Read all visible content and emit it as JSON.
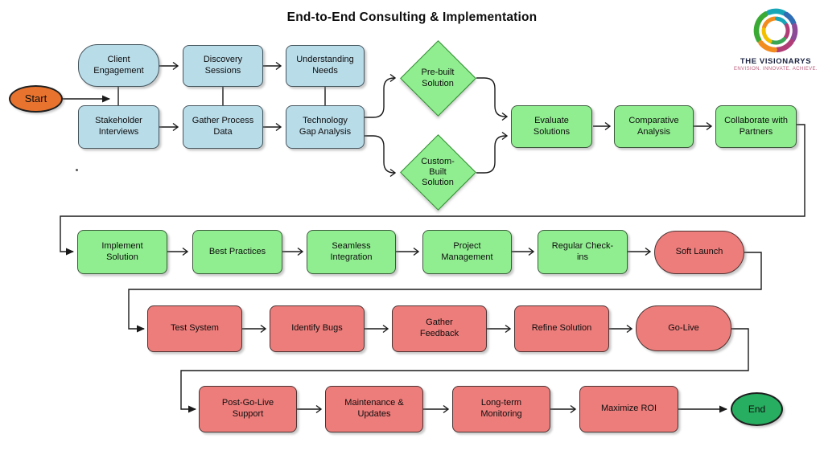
{
  "title": "End-to-End Consulting & Implementation",
  "logo": {
    "name": "THE VISIONARYS",
    "tagline": "ENVISION. INNOVATE. ACHIEVE.",
    "icon": "swirl-icon"
  },
  "colors": {
    "discovery_stage_fill": "#B9DCE9",
    "solution_stage_fill": "#90EE90",
    "delivery_stage_fill": "#ED7D7B",
    "start_fill": "#E8732E",
    "end_fill": "#27AE60",
    "connector": "#1a1a1a"
  },
  "nodes": [
    {
      "id": "start",
      "label": "Start",
      "shape": "ellipse",
      "stage": "terminal"
    },
    {
      "id": "client-engagement",
      "label": "Client Engagement",
      "shape": "rounded-rect",
      "stage": "discovery"
    },
    {
      "id": "stakeholder-interviews",
      "label": "Stakeholder Interviews",
      "shape": "rect",
      "stage": "discovery"
    },
    {
      "id": "discovery-sessions",
      "label": "Discovery Sessions",
      "shape": "rect",
      "stage": "discovery"
    },
    {
      "id": "gather-process-data",
      "label": "Gather Process Data",
      "shape": "rect",
      "stage": "discovery"
    },
    {
      "id": "understanding-needs",
      "label": "Understanding Needs",
      "shape": "rect",
      "stage": "discovery"
    },
    {
      "id": "technology-gap-analysis",
      "label": "Technology Gap Analysis",
      "shape": "rect",
      "stage": "discovery"
    },
    {
      "id": "pre-built-solution",
      "label": "Pre-built Solution",
      "shape": "diamond",
      "stage": "solution"
    },
    {
      "id": "custom-built-solution",
      "label": "Custom-Built Solution",
      "shape": "diamond",
      "stage": "solution"
    },
    {
      "id": "evaluate-solutions",
      "label": "Evaluate Solutions",
      "shape": "rect",
      "stage": "solution"
    },
    {
      "id": "comparative-analysis",
      "label": "Comparative Analysis",
      "shape": "rect",
      "stage": "solution"
    },
    {
      "id": "collaborate-with-partners",
      "label": "Collaborate with Partners",
      "shape": "rect",
      "stage": "solution"
    },
    {
      "id": "implement-solution",
      "label": "Implement Solution",
      "shape": "rect",
      "stage": "solution"
    },
    {
      "id": "best-practices",
      "label": "Best Practices",
      "shape": "rect",
      "stage": "solution"
    },
    {
      "id": "seamless-integration",
      "label": "Seamless Integration",
      "shape": "rect",
      "stage": "solution"
    },
    {
      "id": "project-management",
      "label": "Project Management",
      "shape": "rect",
      "stage": "solution"
    },
    {
      "id": "regular-check-ins",
      "label": "Regular Check-ins",
      "shape": "rect",
      "stage": "solution"
    },
    {
      "id": "soft-launch",
      "label": "Soft Launch",
      "shape": "stadium",
      "stage": "delivery"
    },
    {
      "id": "test-system",
      "label": "Test System",
      "shape": "rect",
      "stage": "delivery"
    },
    {
      "id": "identify-bugs",
      "label": "Identify Bugs",
      "shape": "rect",
      "stage": "delivery"
    },
    {
      "id": "gather-feedback",
      "label": "Gather Feedback",
      "shape": "rect",
      "stage": "delivery"
    },
    {
      "id": "refine-solution",
      "label": "Refine Solution",
      "shape": "rect",
      "stage": "delivery"
    },
    {
      "id": "go-live",
      "label": "Go-Live",
      "shape": "stadium",
      "stage": "delivery"
    },
    {
      "id": "post-go-live-support",
      "label": "Post-Go-Live Support",
      "shape": "rect",
      "stage": "delivery"
    },
    {
      "id": "maintenance-updates",
      "label": "Maintenance & Updates",
      "shape": "rect",
      "stage": "delivery"
    },
    {
      "id": "long-term-monitoring",
      "label": "Long-term Monitoring",
      "shape": "rect",
      "stage": "delivery"
    },
    {
      "id": "maximize-roi",
      "label": "Maximize ROI",
      "shape": "rect",
      "stage": "delivery"
    },
    {
      "id": "end",
      "label": "End",
      "shape": "ellipse",
      "stage": "terminal"
    }
  ],
  "edges": [
    [
      "start",
      "client-engagement"
    ],
    [
      "start",
      "stakeholder-interviews"
    ],
    [
      "client-engagement",
      "discovery-sessions"
    ],
    [
      "stakeholder-interviews",
      "gather-process-data"
    ],
    [
      "discovery-sessions",
      "understanding-needs"
    ],
    [
      "gather-process-data",
      "technology-gap-analysis"
    ],
    [
      "technology-gap-analysis",
      "pre-built-solution"
    ],
    [
      "technology-gap-analysis",
      "custom-built-solution"
    ],
    [
      "pre-built-solution",
      "evaluate-solutions"
    ],
    [
      "custom-built-solution",
      "evaluate-solutions"
    ],
    [
      "evaluate-solutions",
      "comparative-analysis"
    ],
    [
      "comparative-analysis",
      "collaborate-with-partners"
    ],
    [
      "collaborate-with-partners",
      "implement-solution"
    ],
    [
      "implement-solution",
      "best-practices"
    ],
    [
      "best-practices",
      "seamless-integration"
    ],
    [
      "seamless-integration",
      "project-management"
    ],
    [
      "project-management",
      "regular-check-ins"
    ],
    [
      "regular-check-ins",
      "soft-launch"
    ],
    [
      "soft-launch",
      "test-system"
    ],
    [
      "test-system",
      "identify-bugs"
    ],
    [
      "identify-bugs",
      "gather-feedback"
    ],
    [
      "gather-feedback",
      "refine-solution"
    ],
    [
      "refine-solution",
      "go-live"
    ],
    [
      "go-live",
      "post-go-live-support"
    ],
    [
      "post-go-live-support",
      "maintenance-updates"
    ],
    [
      "maintenance-updates",
      "long-term-monitoring"
    ],
    [
      "long-term-monitoring",
      "maximize-roi"
    ],
    [
      "maximize-roi",
      "end"
    ]
  ]
}
